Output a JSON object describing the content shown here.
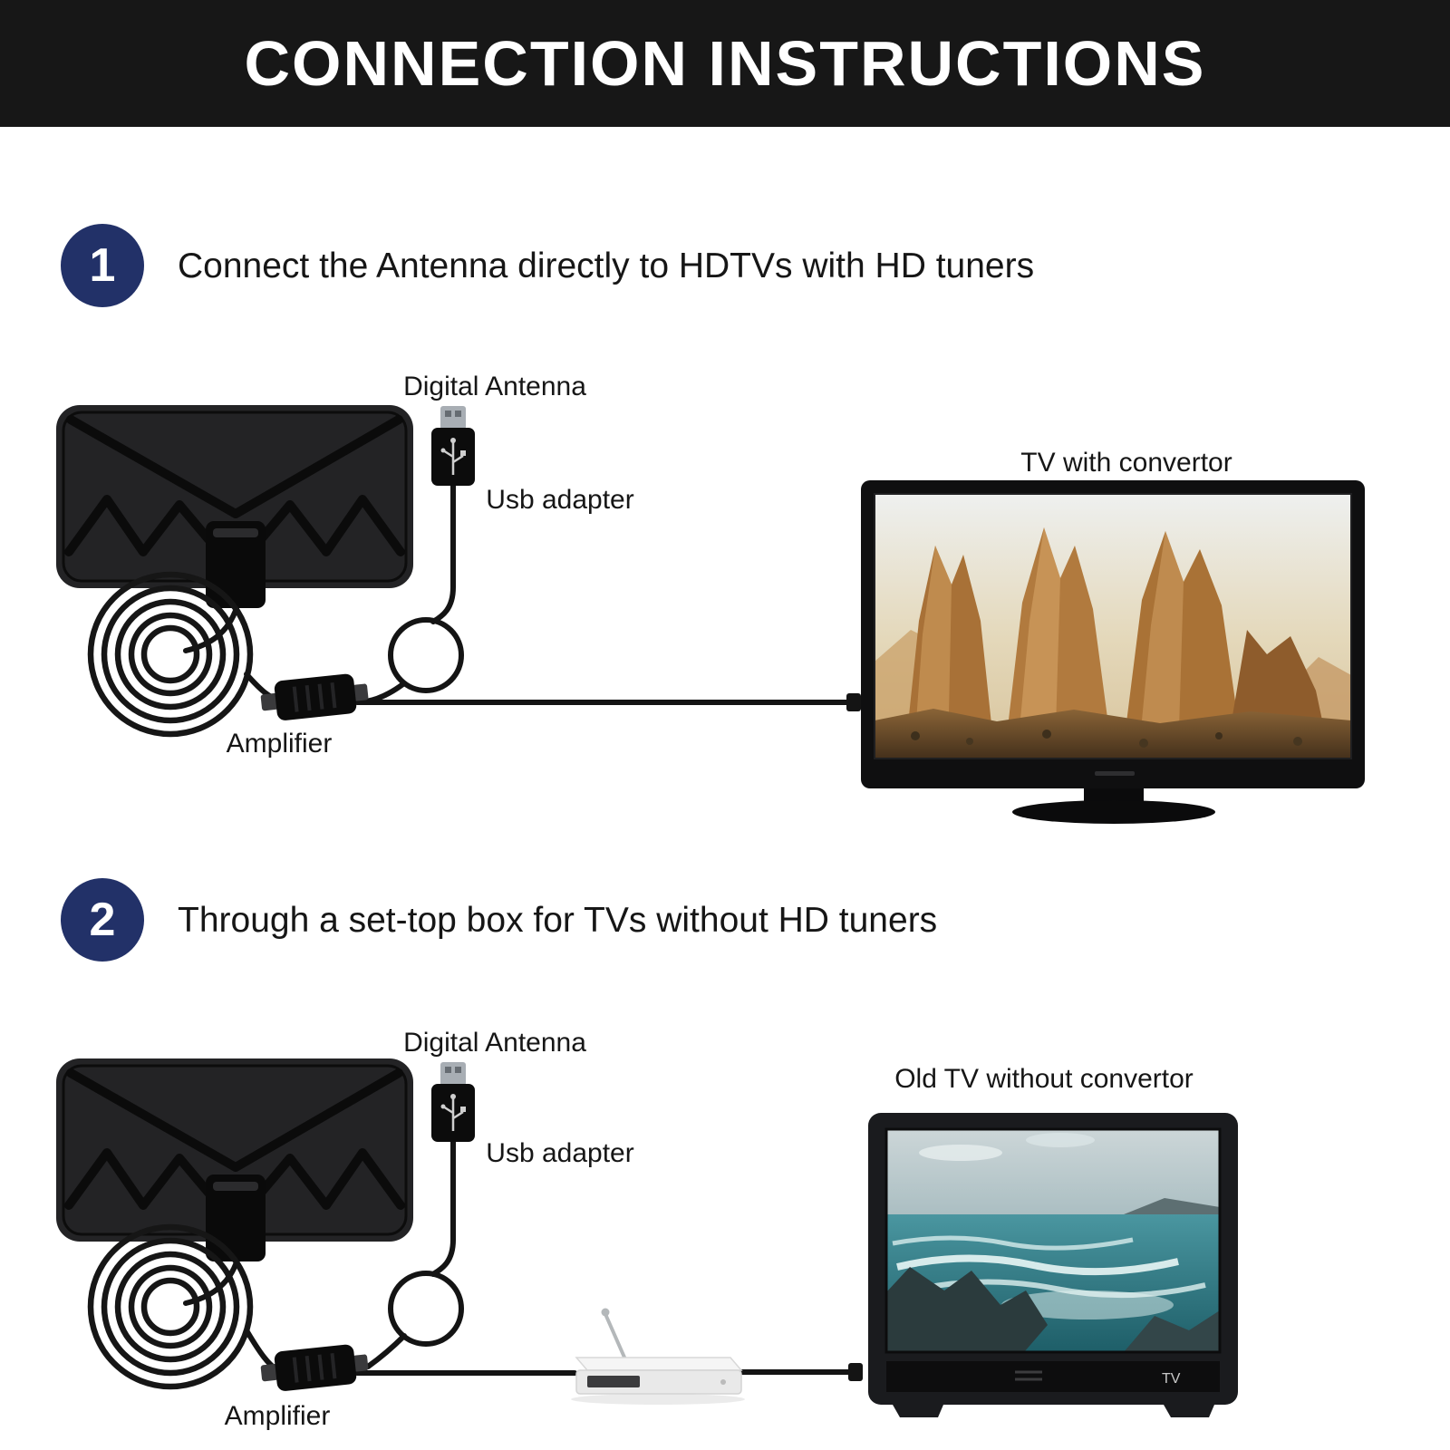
{
  "header": {
    "title": "CONNECTION INSTRUCTIONS"
  },
  "steps": [
    {
      "number": "1",
      "title": "Connect the Antenna directly to HDTVs with HD tuners",
      "labels": {
        "antenna": "Digital Antenna",
        "usb_adapter": "Usb adapter",
        "amplifier": "Amplifier",
        "tv": "TV with convertor"
      }
    },
    {
      "number": "2",
      "title": "Through a set-top box for TVs without HD tuners",
      "labels": {
        "antenna": "Digital Antenna",
        "usb_adapter": "Usb adapter",
        "amplifier": "Amplifier",
        "tv": "Old TV without convertor",
        "tv_logo": "TV"
      }
    }
  ],
  "colors": {
    "header_bg": "#171717",
    "step_badge": "#223168",
    "body_text": "#161616",
    "cable": "#141414"
  }
}
